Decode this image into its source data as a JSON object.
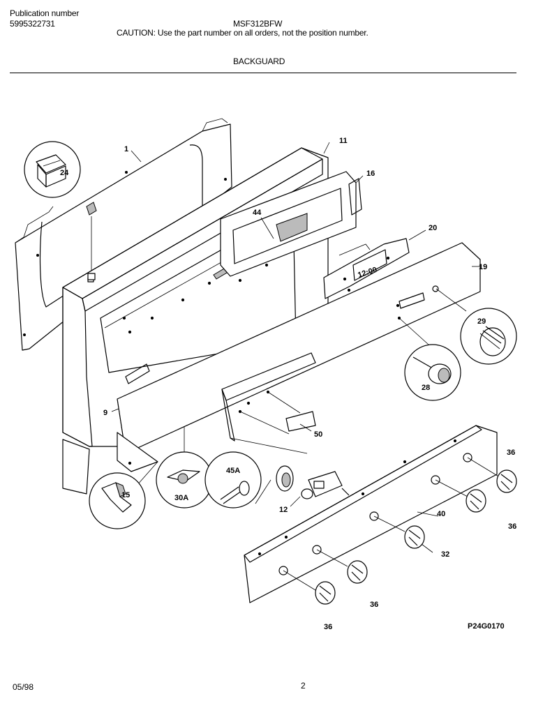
{
  "header": {
    "publication_label": "Publication number",
    "publication_number": "5995322731",
    "model": "MSF312BFW",
    "caution": "CAUTION:  Use the part number on all orders, not the position number.",
    "section": "BACKGUARD"
  },
  "callouts": {
    "c1": "1",
    "c11": "11",
    "c16": "16",
    "c24": "24",
    "c44": "44",
    "c20": "20",
    "c19": "19",
    "c29": "29",
    "c28": "28",
    "c9": "9",
    "c50": "50",
    "c36a": "36",
    "c36b": "36",
    "c36c": "36",
    "c36d": "36",
    "c40": "40",
    "c32": "32",
    "c15": "15",
    "c30a": "30A",
    "c45a": "45A",
    "c12": "12"
  },
  "figure_code": "P24G0170",
  "footer": {
    "date": "05/98",
    "page": "2"
  }
}
